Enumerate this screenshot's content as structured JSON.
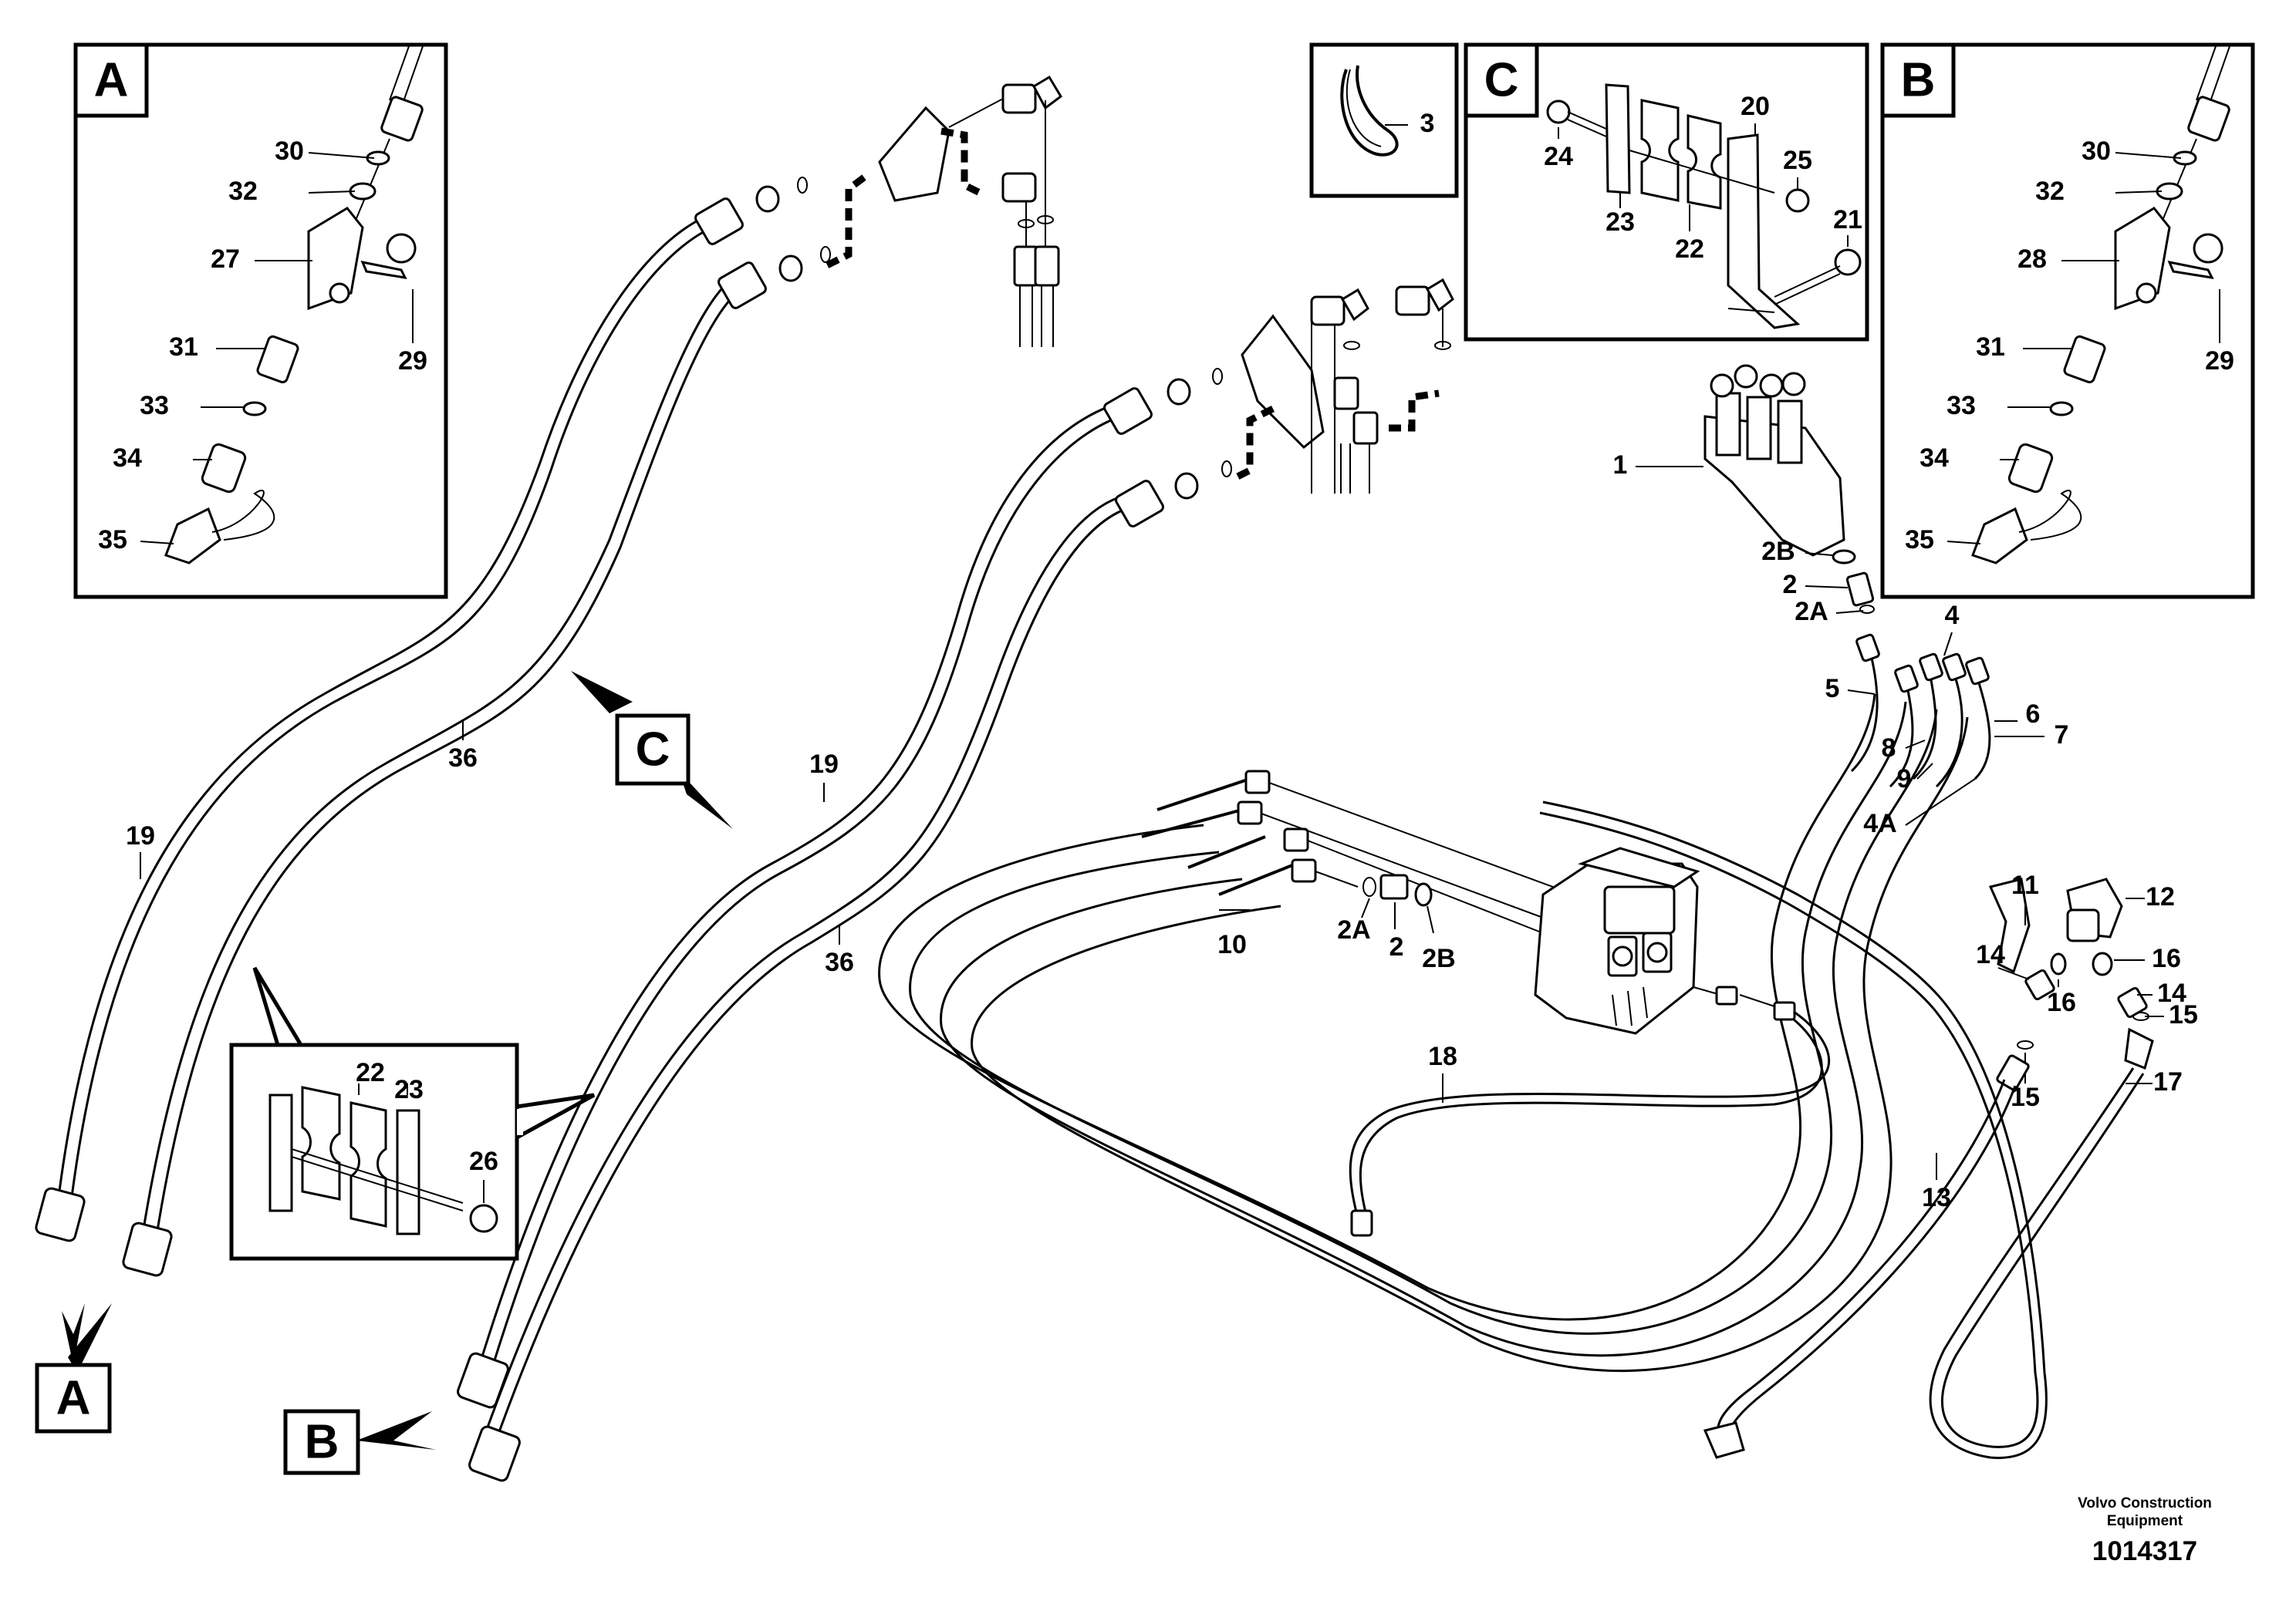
{
  "footer": {
    "manufacturer": "Volvo Construction Equipment",
    "drawing_number": "1014317"
  },
  "detail_boxes": {
    "a_letter": "A",
    "b_letter": "B",
    "c_letter": "C"
  },
  "view_markers": {
    "a_letter": "A",
    "b_letter": "B",
    "c_letter": "C"
  },
  "callouts": {
    "a30": "30",
    "a32": "32",
    "a27": "27",
    "a29": "29",
    "a31": "31",
    "a33": "33",
    "a34": "34",
    "a35": "35",
    "b30": "30",
    "b32": "32",
    "b28": "28",
    "b29": "29",
    "b31": "31",
    "b33": "33",
    "b34": "34",
    "b35": "35",
    "c24": "24",
    "c23": "23",
    "c22": "22",
    "c20": "20",
    "c25": "25",
    "c21": "21",
    "clip3": "3",
    "d22": "22",
    "d23": "23",
    "d26": "26",
    "h19a": "19",
    "h36a": "36",
    "h19b": "19",
    "h36b": "36",
    "p1": "1",
    "p2B_top": "2B",
    "p2_top": "2",
    "p2A_top": "2A",
    "p4": "4",
    "p5": "5",
    "p6": "6",
    "p7": "7",
    "p8": "8",
    "p9": "9",
    "p4A": "4A",
    "p10": "10",
    "p2A_mid": "2A",
    "p2_mid": "2",
    "p2B_mid": "2B",
    "p11": "11",
    "p12": "12",
    "p14a": "14",
    "p16a": "16",
    "p16b": "16",
    "p14b": "14",
    "p15a": "15",
    "p15b": "15",
    "p17": "17",
    "p13": "13",
    "p18": "18"
  }
}
